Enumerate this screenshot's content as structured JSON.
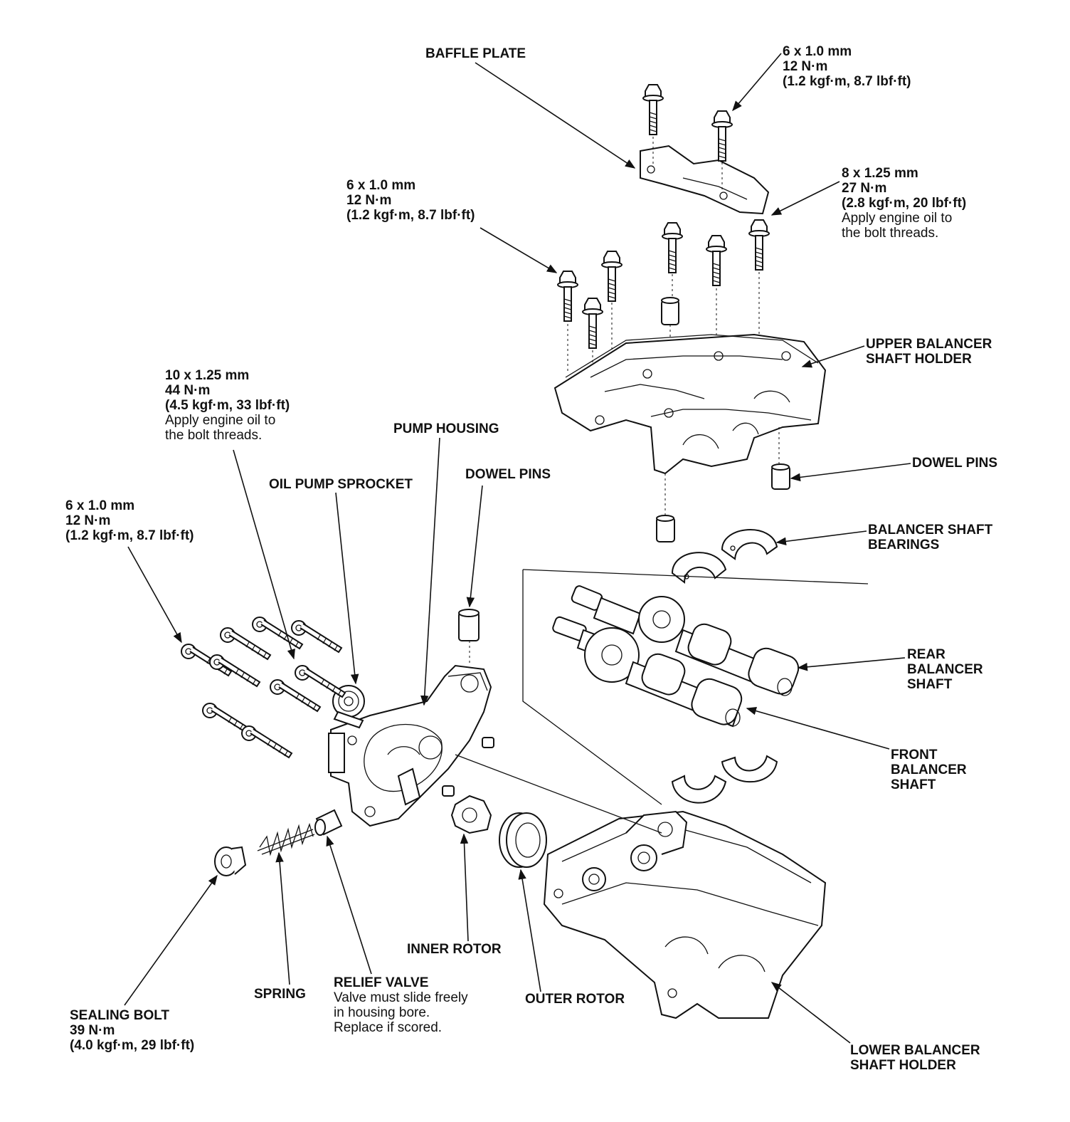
{
  "labels": {
    "baffle_plate": {
      "title": "BAFFLE PLATE"
    },
    "baffle_bolt": {
      "spec": "6 x 1.0 mm",
      "torque": "12 N·m",
      "torque_alt": "(1.2 kgf·m, 8.7 lbf·ft)"
    },
    "upper_holder_bolt_left": {
      "spec": "6 x 1.0 mm",
      "torque": "12 N·m",
      "torque_alt": "(1.2 kgf·m, 8.7 lbf·ft)"
    },
    "upper_holder_bolt_right": {
      "spec": "8 x 1.25 mm",
      "torque": "27 N·m",
      "torque_alt": "(2.8 kgf·m, 20 lbf·ft)",
      "note1": "Apply engine oil to",
      "note2": "the bolt threads."
    },
    "upper_holder": {
      "line1": "UPPER BALANCER",
      "line2": "SHAFT HOLDER"
    },
    "pump_bolt_10": {
      "spec": "10 x 1.25 mm",
      "torque": "44 N·m",
      "torque_alt": "(4.5 kgf·m, 33 lbf·ft)",
      "note1": "Apply engine oil to",
      "note2": "the bolt threads."
    },
    "pump_housing": {
      "title": "PUMP HOUSING"
    },
    "oil_pump_sprocket": {
      "title": "OIL PUMP SPROCKET"
    },
    "dowel_pins_pump": {
      "title": "DOWEL PINS"
    },
    "dowel_pins_upper": {
      "title": "DOWEL PINS"
    },
    "pump_bolt_6": {
      "spec": "6 x 1.0 mm",
      "torque": "12 N·m",
      "torque_alt": "(1.2 kgf·m, 8.7 lbf·ft)"
    },
    "bearings": {
      "line1": "BALANCER SHAFT",
      "line2": "BEARINGS"
    },
    "rear_shaft": {
      "line1": "REAR",
      "line2": "BALANCER",
      "line3": "SHAFT"
    },
    "front_shaft": {
      "line1": "FRONT",
      "line2": "BALANCER",
      "line3": "SHAFT"
    },
    "inner_rotor": {
      "title": "INNER ROTOR"
    },
    "outer_rotor": {
      "title": "OUTER ROTOR"
    },
    "spring": {
      "title": "SPRING"
    },
    "relief_valve": {
      "title": "RELIEF VALVE",
      "note1": "Valve must slide freely",
      "note2": "in housing bore.",
      "note3": "Replace if scored."
    },
    "sealing_bolt": {
      "title": "SEALING BOLT",
      "torque": "39 N·m",
      "torque_alt": "(4.0 kgf·m, 29 lbf·ft)"
    },
    "lower_holder": {
      "line1": "LOWER BALANCER",
      "line2": "SHAFT HOLDER"
    }
  }
}
